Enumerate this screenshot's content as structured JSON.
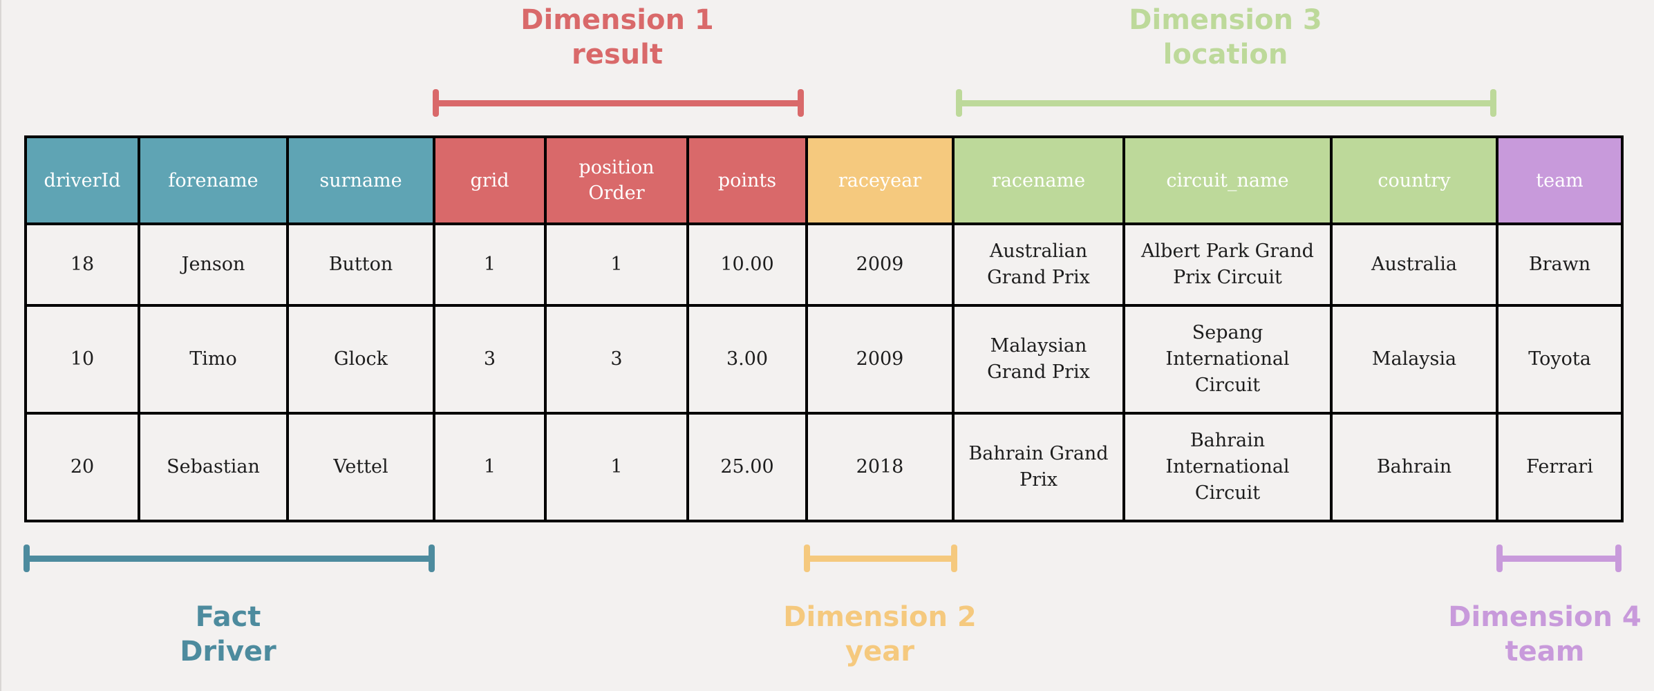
{
  "colors": {
    "fact": "#5fa4b4",
    "fact_label": "#4d8b9e",
    "dim1": "#d9696a",
    "dim2": "#f5c97e",
    "dim3": "#bdd99a",
    "dim4": "#c89adb",
    "background": "#f3f1f0"
  },
  "labels": {
    "dim1": {
      "line1": "Dimension 1",
      "line2": "result"
    },
    "dim3": {
      "line1": "Dimension 3",
      "line2": "location"
    },
    "fact": {
      "line1": "Fact",
      "line2": "Driver"
    },
    "dim2": {
      "line1": "Dimension 2",
      "line2": "year"
    },
    "dim4": {
      "line1": "Dimension 4",
      "line2": "team"
    }
  },
  "table": {
    "headers": {
      "driverId": "driverId",
      "forename": "forename",
      "surname": "surname",
      "grid": "grid",
      "position_line1": "position",
      "position_line2": "Order",
      "points": "points",
      "raceyear": "raceyear",
      "racename": "racename",
      "circuit_name": "circuit_name",
      "country": "country",
      "team": "team"
    },
    "rows": [
      {
        "driverId": "18",
        "forename": "Jenson",
        "surname": "Button",
        "grid": "1",
        "positionOrder": "1",
        "points": "10.00",
        "raceyear": "2009",
        "racename_1": "Australian",
        "racename_2": "Grand Prix",
        "circuit_1": "Albert Park Grand",
        "circuit_2": "Prix Circuit",
        "circuit_3": "",
        "country": "Australia",
        "team": "Brawn"
      },
      {
        "driverId": "10",
        "forename": "Timo",
        "surname": "Glock",
        "grid": "3",
        "positionOrder": "3",
        "points": "3.00",
        "raceyear": "2009",
        "racename_1": "Malaysian",
        "racename_2": "Grand Prix",
        "circuit_1": "Sepang",
        "circuit_2": "International",
        "circuit_3": "Circuit",
        "country": "Malaysia",
        "team": "Toyota"
      },
      {
        "driverId": "20",
        "forename": "Sebastian",
        "surname": "Vettel",
        "grid": "1",
        "positionOrder": "1",
        "points": "25.00",
        "raceyear": "2018",
        "racename_1": "Bahrain Grand",
        "racename_2": "Prix",
        "circuit_1": "Bahrain",
        "circuit_2": "International",
        "circuit_3": "Circuit",
        "country": "Bahrain",
        "team": "Ferrari"
      }
    ]
  }
}
